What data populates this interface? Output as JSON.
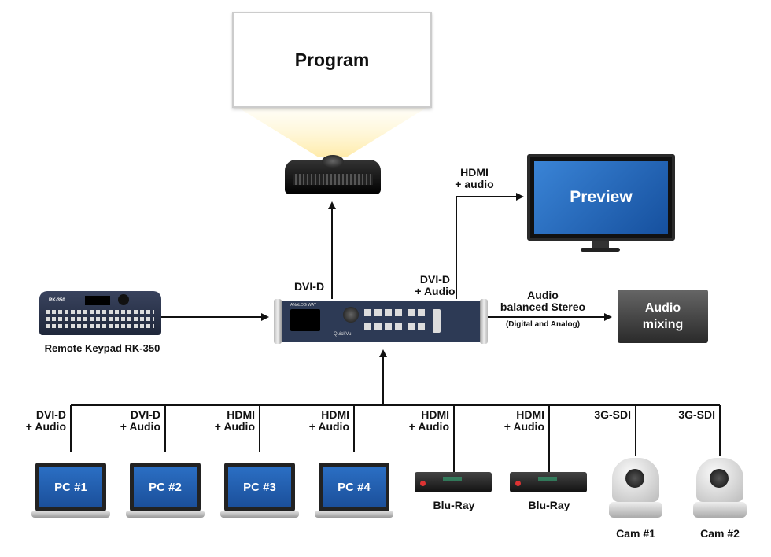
{
  "program": {
    "label": "Program"
  },
  "preview": {
    "label": "Preview"
  },
  "audio_mixer": {
    "label_line1": "Audio",
    "label_line2": "mixing"
  },
  "switcher": {
    "brand": "ANALOG WAY",
    "model": "QuickVu"
  },
  "keypad": {
    "model": "RK-350",
    "caption": "Remote Keypad RK-350"
  },
  "connections": {
    "projector": "DVI-D",
    "preview_line1": "HDMI",
    "preview_line2": "+ audio",
    "switcher_out_line1": "DVI-D",
    "switcher_out_line2": "+ Audio",
    "audio_line1": "Audio",
    "audio_line2": "balanced Stereo",
    "audio_note": "(Digital and Analog)"
  },
  "sources": [
    {
      "type": "laptop",
      "label": "PC #1",
      "conn1": "DVI-D",
      "conn2": "+ Audio"
    },
    {
      "type": "laptop",
      "label": "PC #2",
      "conn1": "DVI-D",
      "conn2": "+ Audio"
    },
    {
      "type": "laptop",
      "label": "PC #3",
      "conn1": "HDMI",
      "conn2": "+ Audio"
    },
    {
      "type": "laptop",
      "label": "PC #4",
      "conn1": "HDMI",
      "conn2": "+ Audio"
    },
    {
      "type": "bluray",
      "label": "Blu-Ray",
      "conn1": "HDMI",
      "conn2": "+ Audio"
    },
    {
      "type": "bluray",
      "label": "Blu-Ray",
      "conn1": "HDMI",
      "conn2": "+ Audio"
    },
    {
      "type": "camera",
      "label": "Cam #1",
      "conn1": "3G-SDI",
      "conn2": ""
    },
    {
      "type": "camera",
      "label": "Cam #2",
      "conn1": "3G-SDI",
      "conn2": ""
    }
  ],
  "colors": {
    "switcher": "#2d3a55",
    "screen_blue": "#1f5fae",
    "line": "#111111"
  }
}
